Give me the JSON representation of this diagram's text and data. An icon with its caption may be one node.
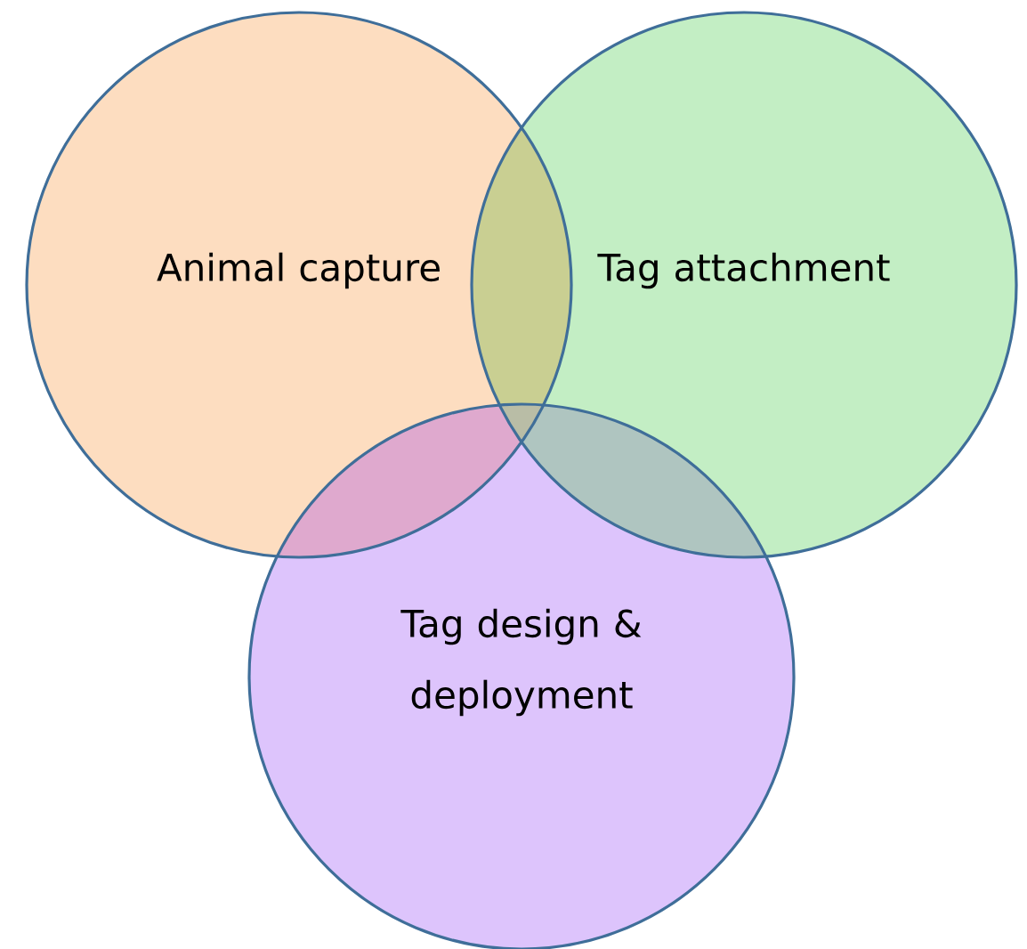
{
  "diagram": {
    "nodes": [
      {
        "text": [
          "Animal capture"
        ]
      },
      {
        "text": [
          "Tag attachment"
        ]
      },
      {
        "text": [
          "Tag design & deployment"
        ]
      }
    ]
  }
}
